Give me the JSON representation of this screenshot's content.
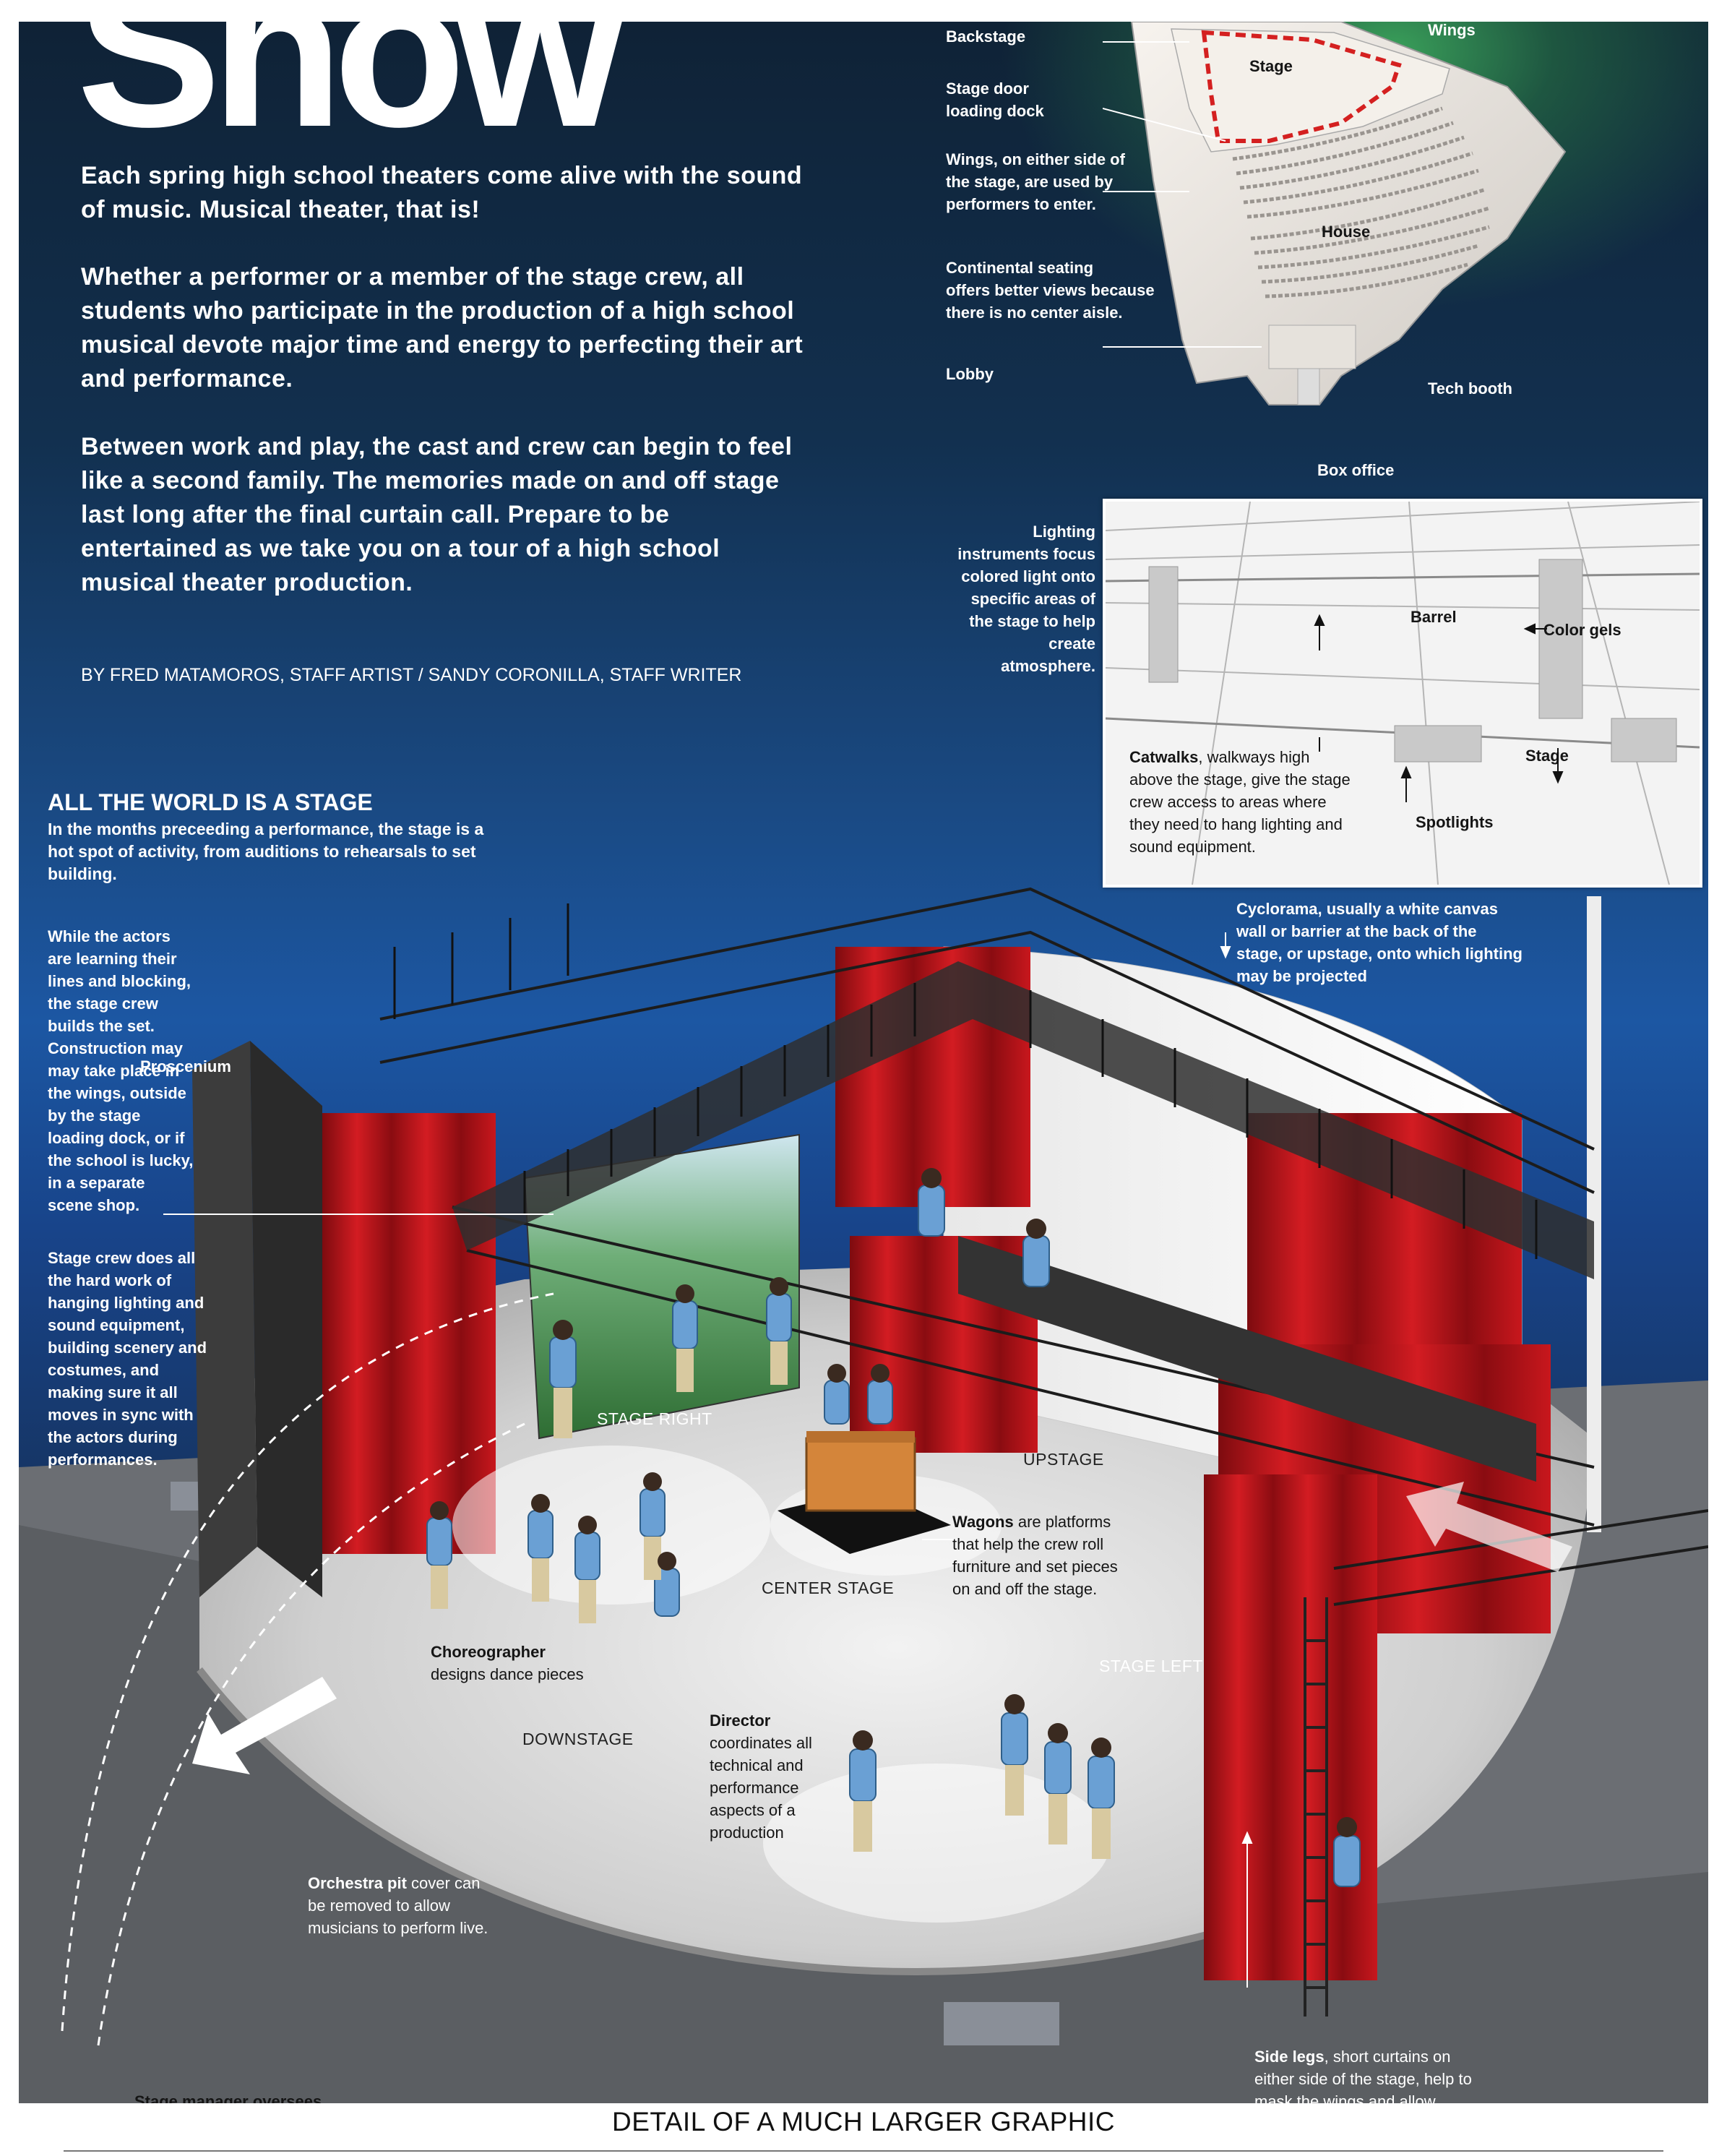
{
  "title": "Show",
  "intro": {
    "p1": "Each spring high school theaters come alive with the sound of music. Musical theater, that is!",
    "p2": "Whether a performer or a member of the stage crew, all students who participate in the production of a high school musical devote major time and energy to perfecting their art and performance.",
    "p3": "Between work and play, the cast and crew can begin to feel like a second family. The memories made on and off stage last long after the final curtain call. Prepare to be entertained as we take you on a tour of a high school musical theater production."
  },
  "byline": "BY FRED MATAMOROS, STAFF ARTIST / SANDY CORONILLA, STAFF WRITER",
  "floorplan": {
    "backstage": "Backstage",
    "wings": "Wings",
    "stage": "Stage",
    "stage_door_1": "Stage door",
    "stage_door_2": "loading dock",
    "wings_note_1": "Wings, on either side of",
    "wings_note_2": "the stage, are used by",
    "wings_note_3": "performers to enter.",
    "house": "House",
    "continental_1": "Continental seating",
    "continental_2": "offers better views because",
    "continental_3": "there is no center aisle.",
    "lobby": "Lobby",
    "tech_booth": "Tech booth",
    "box_office": "Box office"
  },
  "lighting": {
    "lines": [
      "Lighting",
      "instruments focus",
      "colored light onto",
      "specific areas of",
      "the stage to help",
      "create",
      "atmosphere."
    ],
    "barrel": "Barrel",
    "color_gels": "Color gels",
    "catwalks_bold": "Catwalks",
    "catwalks_rest": ", walkways high",
    "catwalks_lines": [
      "above the stage, give the stage",
      "crew access to areas where",
      "they need to hang lighting and",
      "sound equipment."
    ],
    "stage": "Stage",
    "spotlights": "Spotlights"
  },
  "section": {
    "heading": "ALL THE WORLD IS A STAGE",
    "lines": [
      "In the months preceeding a performance, the stage is a",
      "hot spot of activity, from auditions to rehearsals to set",
      "building."
    ]
  },
  "actors_note": [
    "While the actors",
    "are learning their",
    "lines and blocking,",
    "the stage crew",
    "builds the set.",
    "Construction may",
    "may take place in",
    "the wings, outside",
    "by the stage",
    "loading dock, or if",
    "the school is lucky,",
    "in a separate",
    "scene shop."
  ],
  "crew_note": [
    "Stage crew does all",
    "the hard work of",
    "hanging lighting and",
    "sound equipment,",
    "building scenery and",
    "costumes, and",
    "making sure it all",
    "moves in sync with",
    "the actors during",
    "performances."
  ],
  "proscenium": "Proscenium",
  "cyclorama": [
    "Cyclorama, usually a white canvas",
    "wall or barrier at the back of the",
    "stage, or upstage, onto which lighting",
    "may be projected"
  ],
  "stage_areas": {
    "stage_right": "STAGE RIGHT",
    "upstage": "UPSTAGE",
    "center_stage": "CENTER STAGE",
    "stage_left": "STAGE LEFT",
    "downstage": "DOWNSTAGE"
  },
  "wagons": {
    "bold": "Wagons",
    "rest": " are platforms",
    "lines": [
      "that help the crew roll",
      "furniture and set pieces",
      "on and off the stage."
    ]
  },
  "choreographer": {
    "bold": "Choreographer",
    "rest": "designs dance pieces"
  },
  "director": {
    "bold": "Director",
    "lines": [
      "coordinates all",
      "technical and",
      "performance",
      "aspects of a",
      "production"
    ]
  },
  "orchestra": {
    "bold": "Orchestra pit",
    "rest": " cover can",
    "lines": [
      "be removed to allow",
      "musicians to perform live."
    ]
  },
  "side_legs": {
    "bold": "Side legs",
    "rest": ", short curtains on",
    "lines": [
      "either side of the stage, help to",
      "mask the wings and allow"
    ]
  },
  "stage_manager": "Stage manager oversees",
  "caption": "DETAIL OF A MUCH LARGER GRAPHIC",
  "colors": {
    "curtain": "#c0141a",
    "stage_floor": "#d8d8d8",
    "background_blue": "#1c57a3"
  }
}
